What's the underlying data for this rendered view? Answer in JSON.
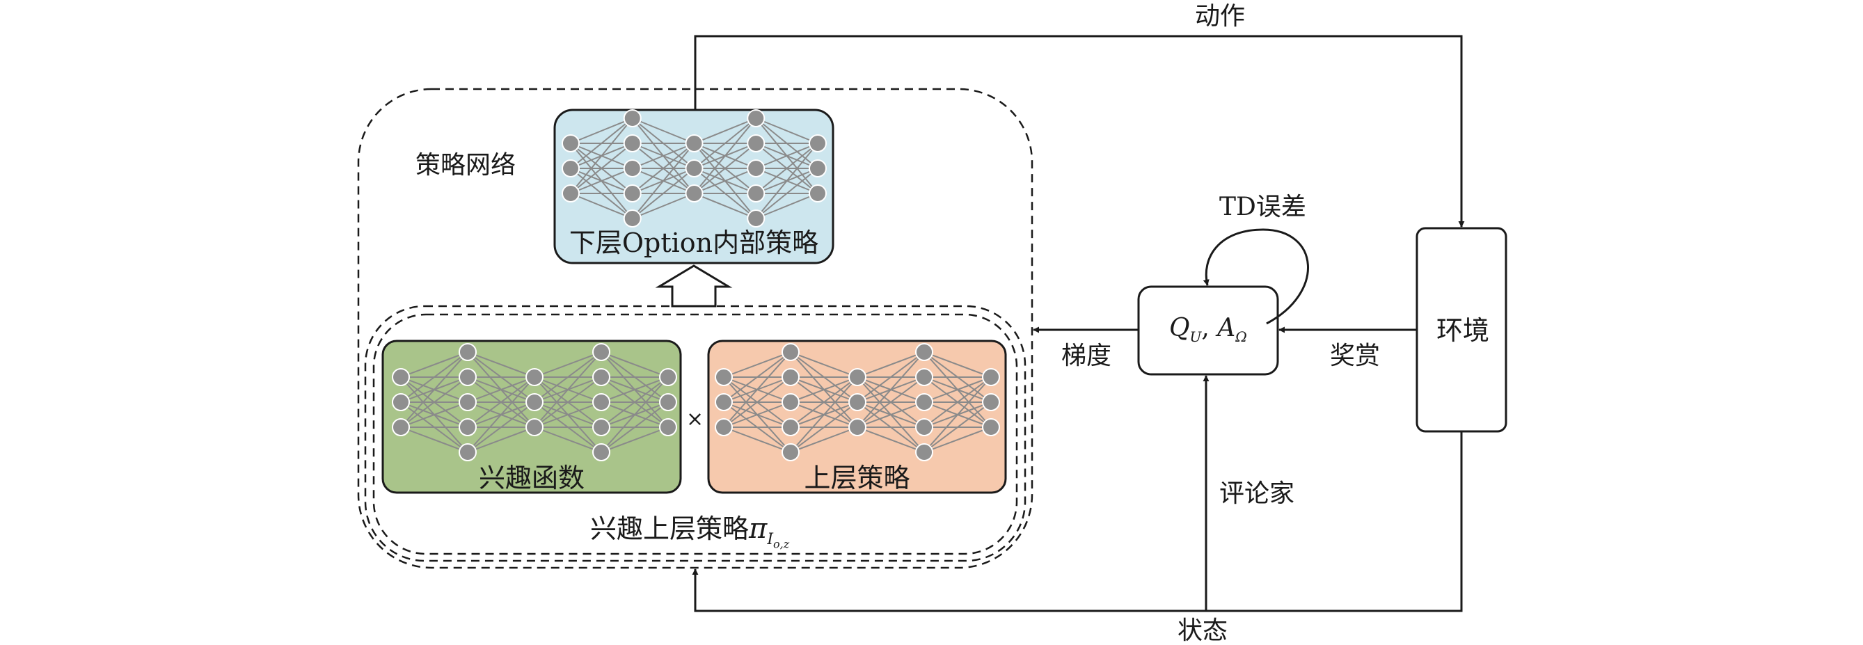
{
  "labels": {
    "action": "动作",
    "policy_network": "策略网络",
    "td_error": "TD误差",
    "gradient": "梯度",
    "reward": "奖赏",
    "critic": "评论家",
    "state": "状态",
    "environment": "环境",
    "multiply": "×"
  },
  "boxes": {
    "lower_policy": "下层Option内部策略",
    "interest_function": "兴趣函数",
    "upper_policy": "上层策略",
    "interest_upper_policy": "兴趣上层策略",
    "interest_upper_policy_symbol": "π",
    "interest_upper_policy_subscript": "I",
    "interest_upper_policy_subsubscript": "o,z"
  },
  "critic_box": {
    "q": "Q",
    "q_sub": "U",
    "sep": ", ",
    "a": "A",
    "a_sub": "Ω"
  },
  "colors": {
    "lower_policy_fill": "#cde6ee",
    "interest_fill": "#a9c48a",
    "upper_policy_fill": "#f6c9ad",
    "node_fill": "#8f8f8f",
    "edge": "#8a8a8a",
    "line": "#1a1a1a"
  }
}
